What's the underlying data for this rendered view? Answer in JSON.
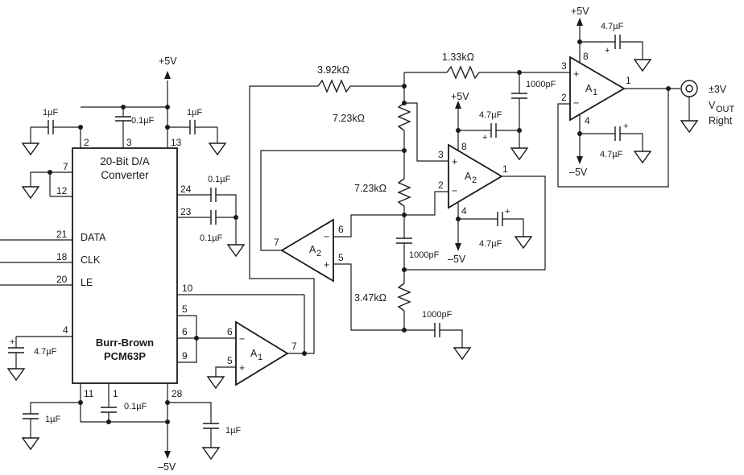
{
  "dac": {
    "title_line1": "20-Bit D/A",
    "title_line2": "Converter",
    "brand_line1": "Burr-Brown",
    "brand_line2": "PCM63P",
    "pins": {
      "p2": "2",
      "p3": "3",
      "p13": "13",
      "p7": "7",
      "p12": "12",
      "p24": "24",
      "p23": "23",
      "p21": "21",
      "p18": "18",
      "p20": "20",
      "p10": "10",
      "p5": "5",
      "p6": "6",
      "p9": "9",
      "p4": "4",
      "p11": "11",
      "p1": "1",
      "p28": "28"
    },
    "signals": {
      "data": "DATA",
      "clk": "CLK",
      "le": "LE"
    }
  },
  "labels": {
    "vpos_dac": "+5V",
    "vneg_dac": "–5V",
    "c1u_top_left": "1µF",
    "c01u_top": "0.1µF",
    "c1u_top_right": "1µF",
    "c01u_p24": "0.1µF",
    "c01u_p23": "0.1µF",
    "c47u_left": "4.7µF",
    "c1u_bot_left": "1µF",
    "c01u_bot": "0.1µF",
    "c1u_bot_right": "1µF",
    "r392": "3.92kΩ",
    "r133": "1.33kΩ",
    "r723_top": "7.23kΩ",
    "r723_mid": "7.23kΩ",
    "r347": "3.47kΩ",
    "c1000p_mid": "1000pF",
    "c1000p_bot": "1000pF",
    "c1000p_out": "1000pF",
    "vpos_a2": "+5V",
    "vneg_a2": "–5V",
    "c47u_a2_top": "4.7µF",
    "c47u_a2_bot": "4.7µF",
    "vpos_out": "+5V",
    "vneg_out": "–5V",
    "c47u_out_top": "4.7µF",
    "c47u_out_bot": "4.7µF",
    "out_level": "±3V",
    "out_v": "V",
    "out_sub": "OUT",
    "out_side": "Right"
  },
  "opamps": {
    "a1_left": {
      "name": "A",
      "sub": "1",
      "pin_inv": "6",
      "pin_noninv": "5",
      "pin_out": "7"
    },
    "a2_left": {
      "name": "A",
      "sub": "2",
      "pin_inv": "6",
      "pin_noninv": "5",
      "pin_out": "7"
    },
    "a2_mid": {
      "name": "A",
      "sub": "2",
      "pin_noninv": "3",
      "pin_inv": "2",
      "pin_out": "1",
      "pin_vp": "8",
      "pin_vn": "4"
    },
    "a1_out": {
      "name": "A",
      "sub": "1",
      "pin_noninv": "3",
      "pin_inv": "2",
      "pin_out": "1",
      "pin_vp": "8",
      "pin_vn": "4"
    }
  },
  "signs": {
    "plus": "+",
    "minus": "−"
  }
}
